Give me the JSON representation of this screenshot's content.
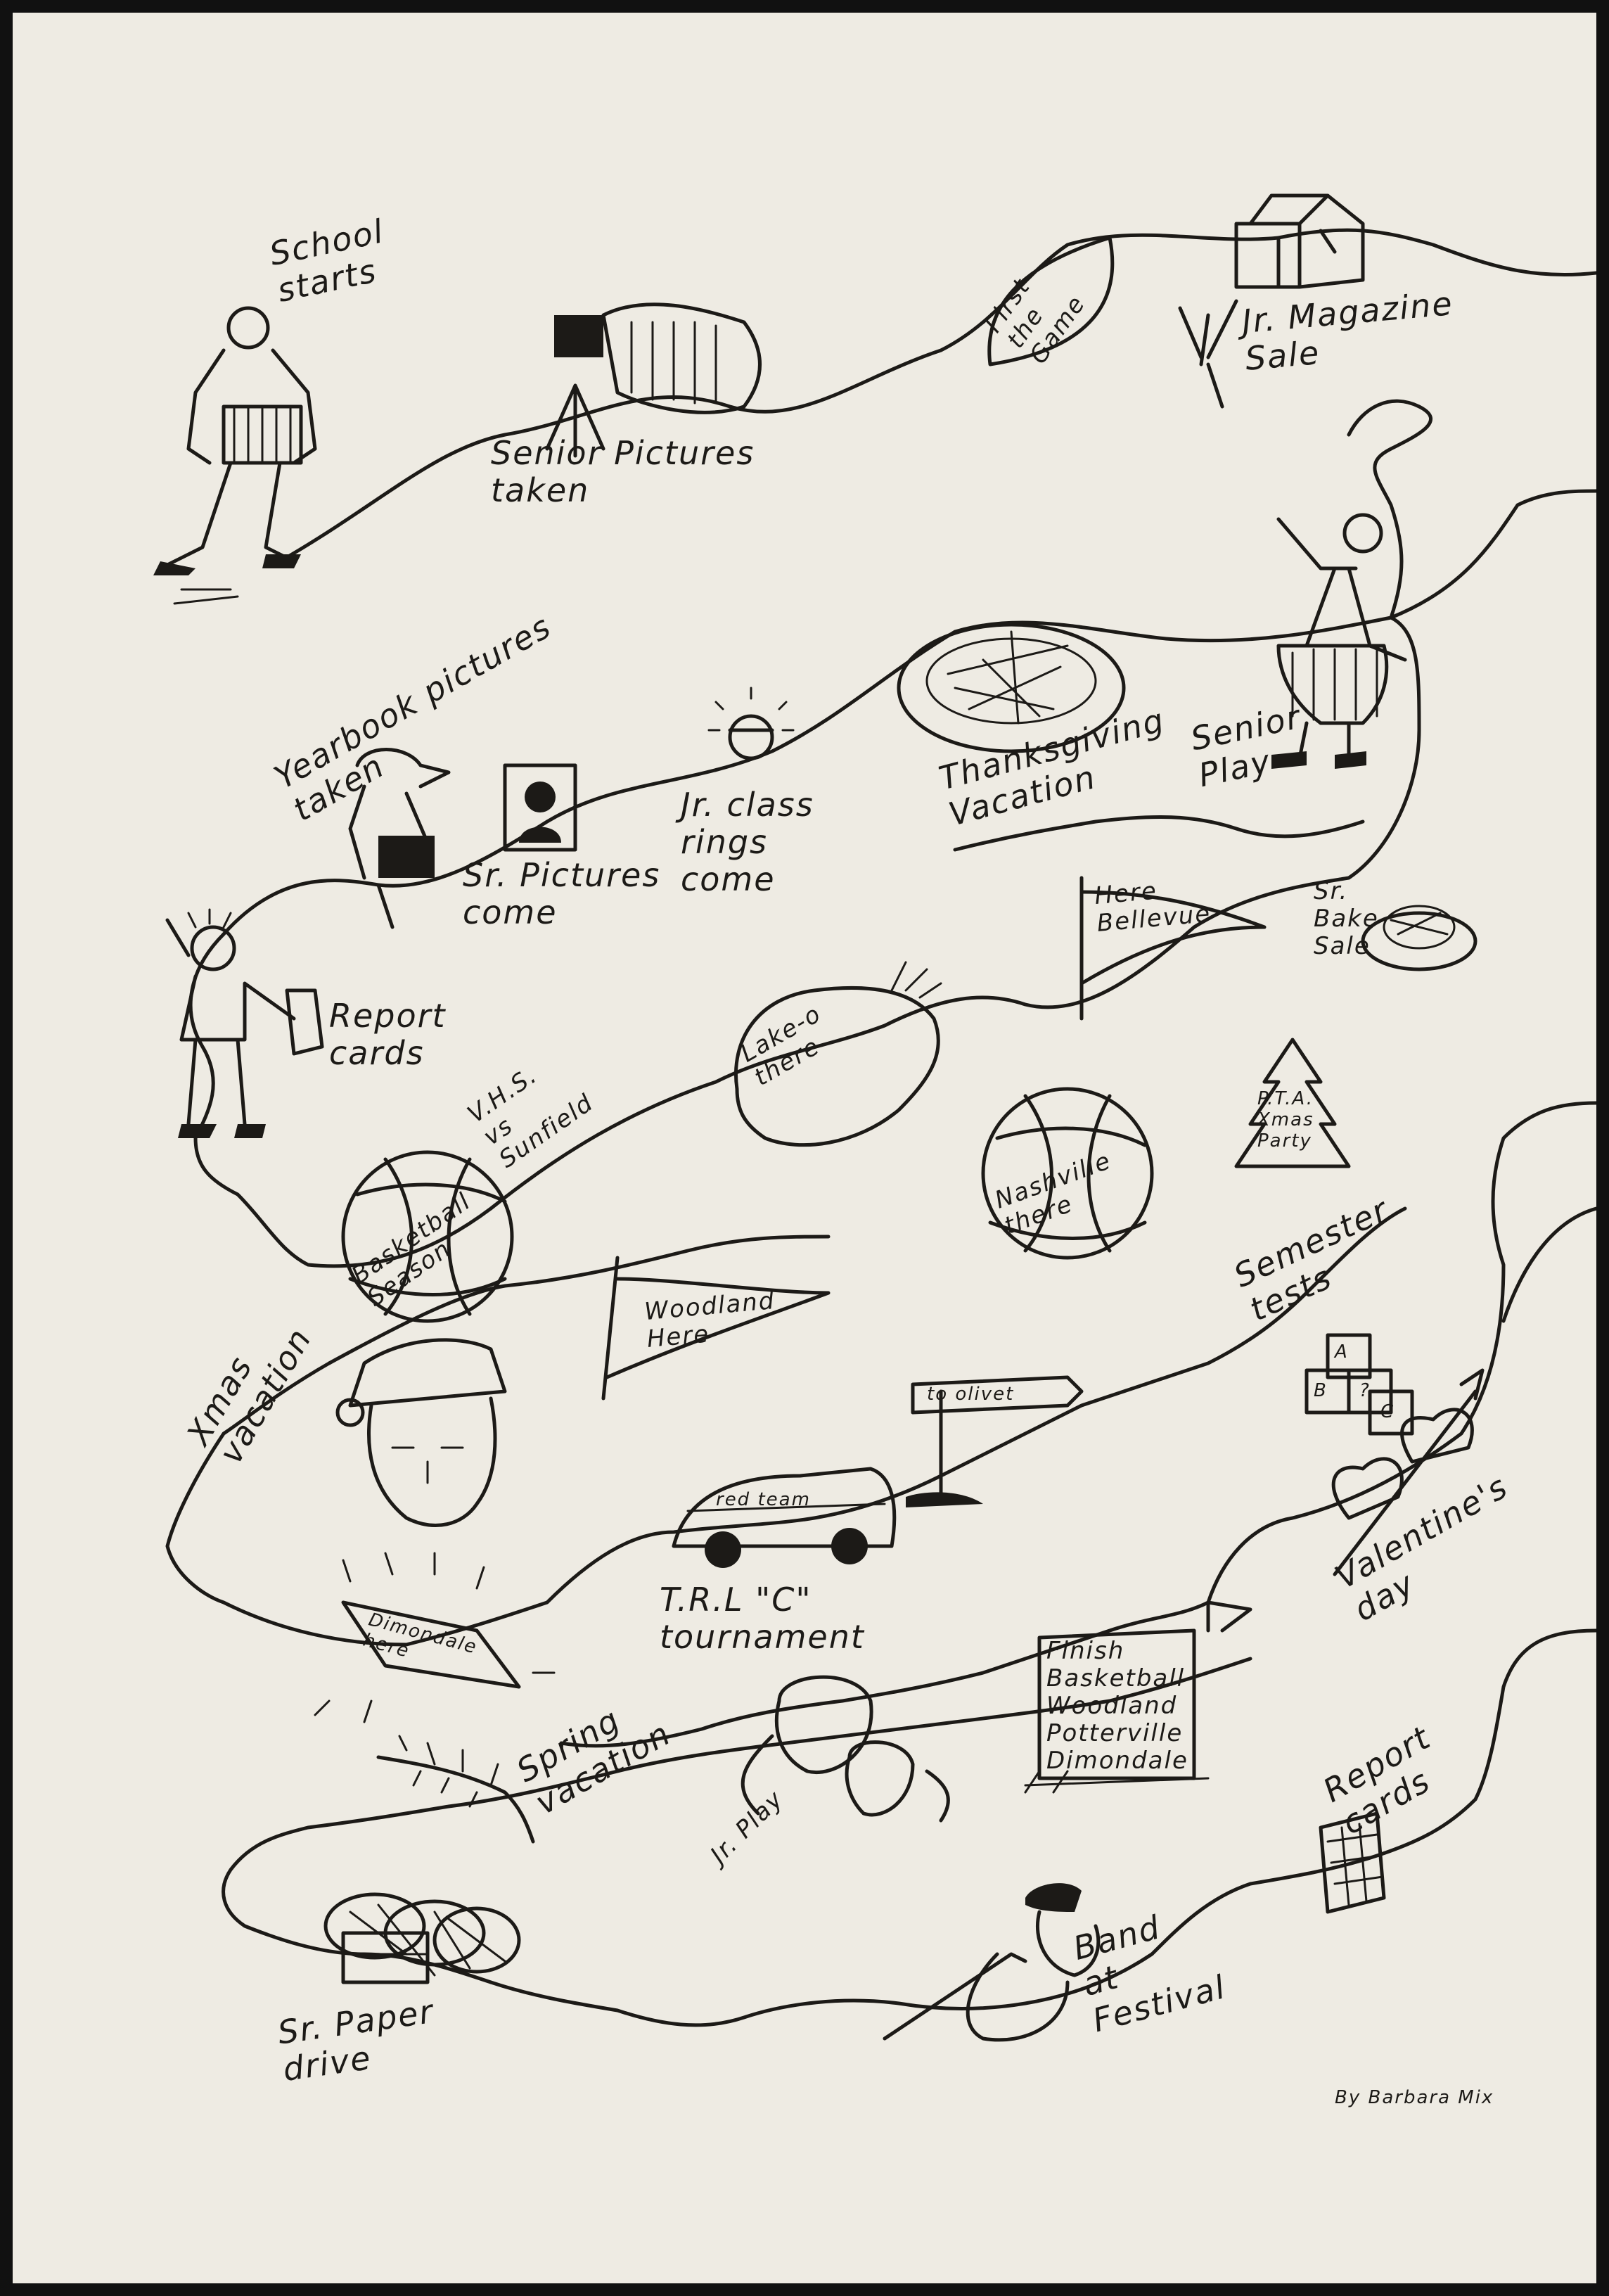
{
  "events": {
    "school_starts": "School\nstarts",
    "senior_pictures_taken": "Senior Pictures\ntaken",
    "first_game": "First\nthe\nGame",
    "jr_magazine_sale": "Jr. Magazine\nSale",
    "yearbook_pictures_taken": "Yearbook pictures\ntaken",
    "sr_pictures_come": "Sr. Pictures\ncome",
    "jr_class_rings_come": "Jr. class\nrings\ncome",
    "thanksgiving_vacation": "Thanksgiving\nVacation",
    "senior_play": "Senior\nPlay",
    "report_cards_1": "Report\ncards",
    "bellevue_pennant": "Here\nBellevue",
    "sr_bake_sale": "Sr.\nBake\nSale",
    "vhs_vs_sunfield": "V.H.S.\nvs\nSunfield",
    "lakeo_there": "Lake-o\nthere",
    "basketball_season": "Basketball\nSeason",
    "nashville_there": "Nashville\nthere",
    "pta_xmas_party": "P.T.A.\nXmas\nParty",
    "semester_tests": "Semester\ntests",
    "woodland_here": "Woodland\nHere",
    "xmas_vacation": "Xmas\nvacation",
    "to_olivet": "to olivet",
    "red_team": "red team",
    "trl_c_tournament": "T.R.L \"C\"\ntournament",
    "valentines_day": "Valentine's\nday",
    "dimondale_here": "Dimondale\nhere",
    "finish_basketball": "Finish\nBasketball\nWoodland\nPotterville\nDimondale",
    "spring_vacation": "Spring\nvacation",
    "jr_play": "Jr. Play",
    "report_cards_2": "Report\ncards",
    "band_at_festival": "Band\nat\nFestival",
    "sr_paper_drive": "Sr. Paper\ndrive",
    "signature": "By Barbara Mix"
  },
  "cube_letters": [
    "A",
    "B",
    "?",
    "C"
  ]
}
